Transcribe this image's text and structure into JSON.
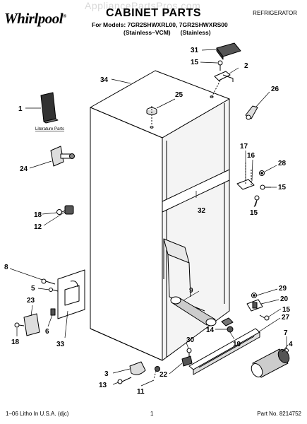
{
  "header": {
    "brand": "Whirlpool",
    "watermark": "AppliancePartsPros.com",
    "title": "CABINET PARTS",
    "category": "REFRIGERATOR",
    "models": "For Models: 7GR2SHWXRL00, 7GR2SHWXRS00",
    "variant_1": "(Stainless–VCM)",
    "variant_2": "(Stainless)"
  },
  "diagram": {
    "literature_label": "Literature Parts",
    "callouts": {
      "c1": "1",
      "c2": "2",
      "c3": "3",
      "c4": "4",
      "c5": "5",
      "c6": "6",
      "c7": "7",
      "c8": "8",
      "c9": "9",
      "c11": "11",
      "c12": "12",
      "c13": "13",
      "c14": "14",
      "c15a": "15",
      "c15b": "15",
      "c15c": "15",
      "c15d": "15",
      "c16": "16",
      "c17": "17",
      "c18a": "18",
      "c18b": "18",
      "c19": "19",
      "c20": "20",
      "c22": "22",
      "c23": "23",
      "c24": "24",
      "c25": "25",
      "c26": "26",
      "c27": "27",
      "c28": "28",
      "c29": "29",
      "c30": "30",
      "c31": "31",
      "c32": "32",
      "c33": "33",
      "c34": "34"
    }
  },
  "footer": {
    "left": "1–06 Litho In U.S.A. (djc)",
    "page": "1",
    "right": "Part No. 8214752"
  }
}
